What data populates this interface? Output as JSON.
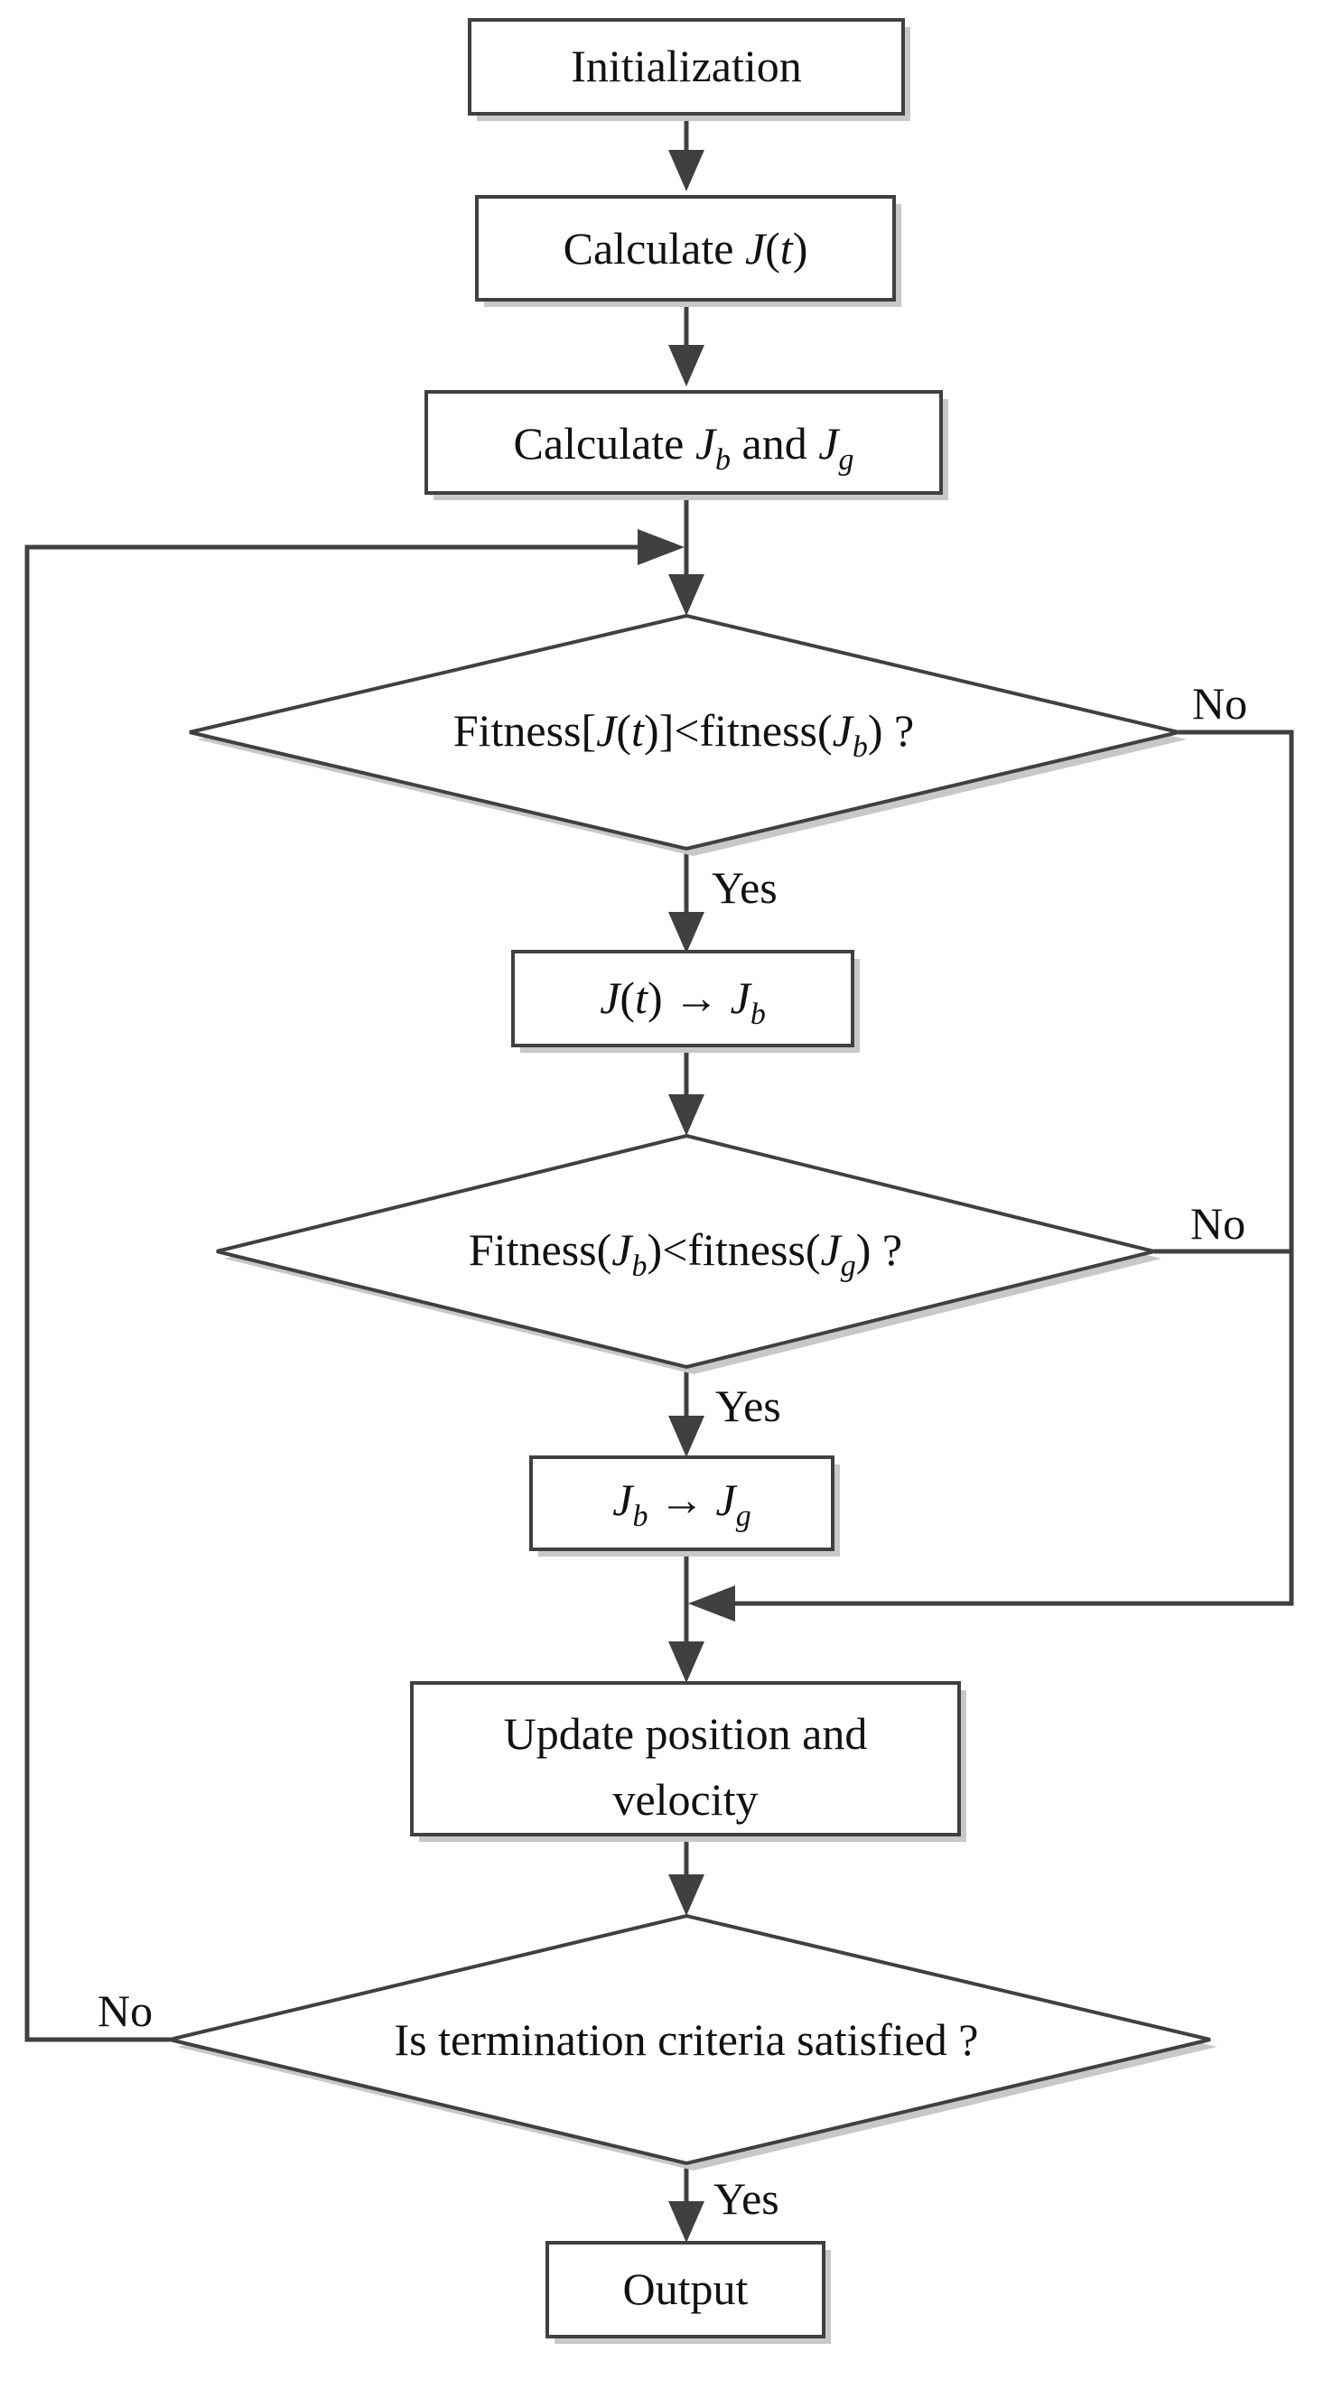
{
  "diagram": {
    "nodes": {
      "init": {
        "text": "Initialization"
      },
      "calc_j": {
        "prefix": "Calculate ",
        "J": "J",
        "open": "(",
        "t": "t",
        "close": ")"
      },
      "calc_jb_jg": {
        "prefix": "Calculate ",
        "J1": "J",
        "sub1": "b",
        "mid": " and ",
        "J2": "J",
        "sub2": "g"
      },
      "decision1": {
        "pre": "Fitness[",
        "J": "J",
        "open": "(",
        "t": "t",
        "close": ")",
        "mid": "]<fitness(",
        "J2": "J",
        "sub": "b",
        "end": ") ?"
      },
      "assign_jb": {
        "J": "J",
        "open": "(",
        "t": "t",
        "close": ")",
        "arrow": " → ",
        "J2": "J",
        "sub": "b"
      },
      "decision2": {
        "pre": "Fitness(",
        "J1": "J",
        "sub1": "b",
        "mid": ")<fitness(",
        "J2": "J",
        "sub2": "g",
        "end": ") ?"
      },
      "assign_jg": {
        "J1": "J",
        "sub1": "b",
        "arrow": " → ",
        "J2": "J",
        "sub2": "g"
      },
      "update": {
        "line1": "Update position and",
        "line2": "velocity"
      },
      "decision3": {
        "text": "Is termination criteria satisfied ?"
      },
      "output": {
        "text": "Output"
      }
    },
    "edge_labels": {
      "d1_no": "No",
      "d1_yes": "Yes",
      "d2_no": "No",
      "d2_yes": "Yes",
      "d3_no": "No",
      "d3_yes": "Yes"
    }
  }
}
